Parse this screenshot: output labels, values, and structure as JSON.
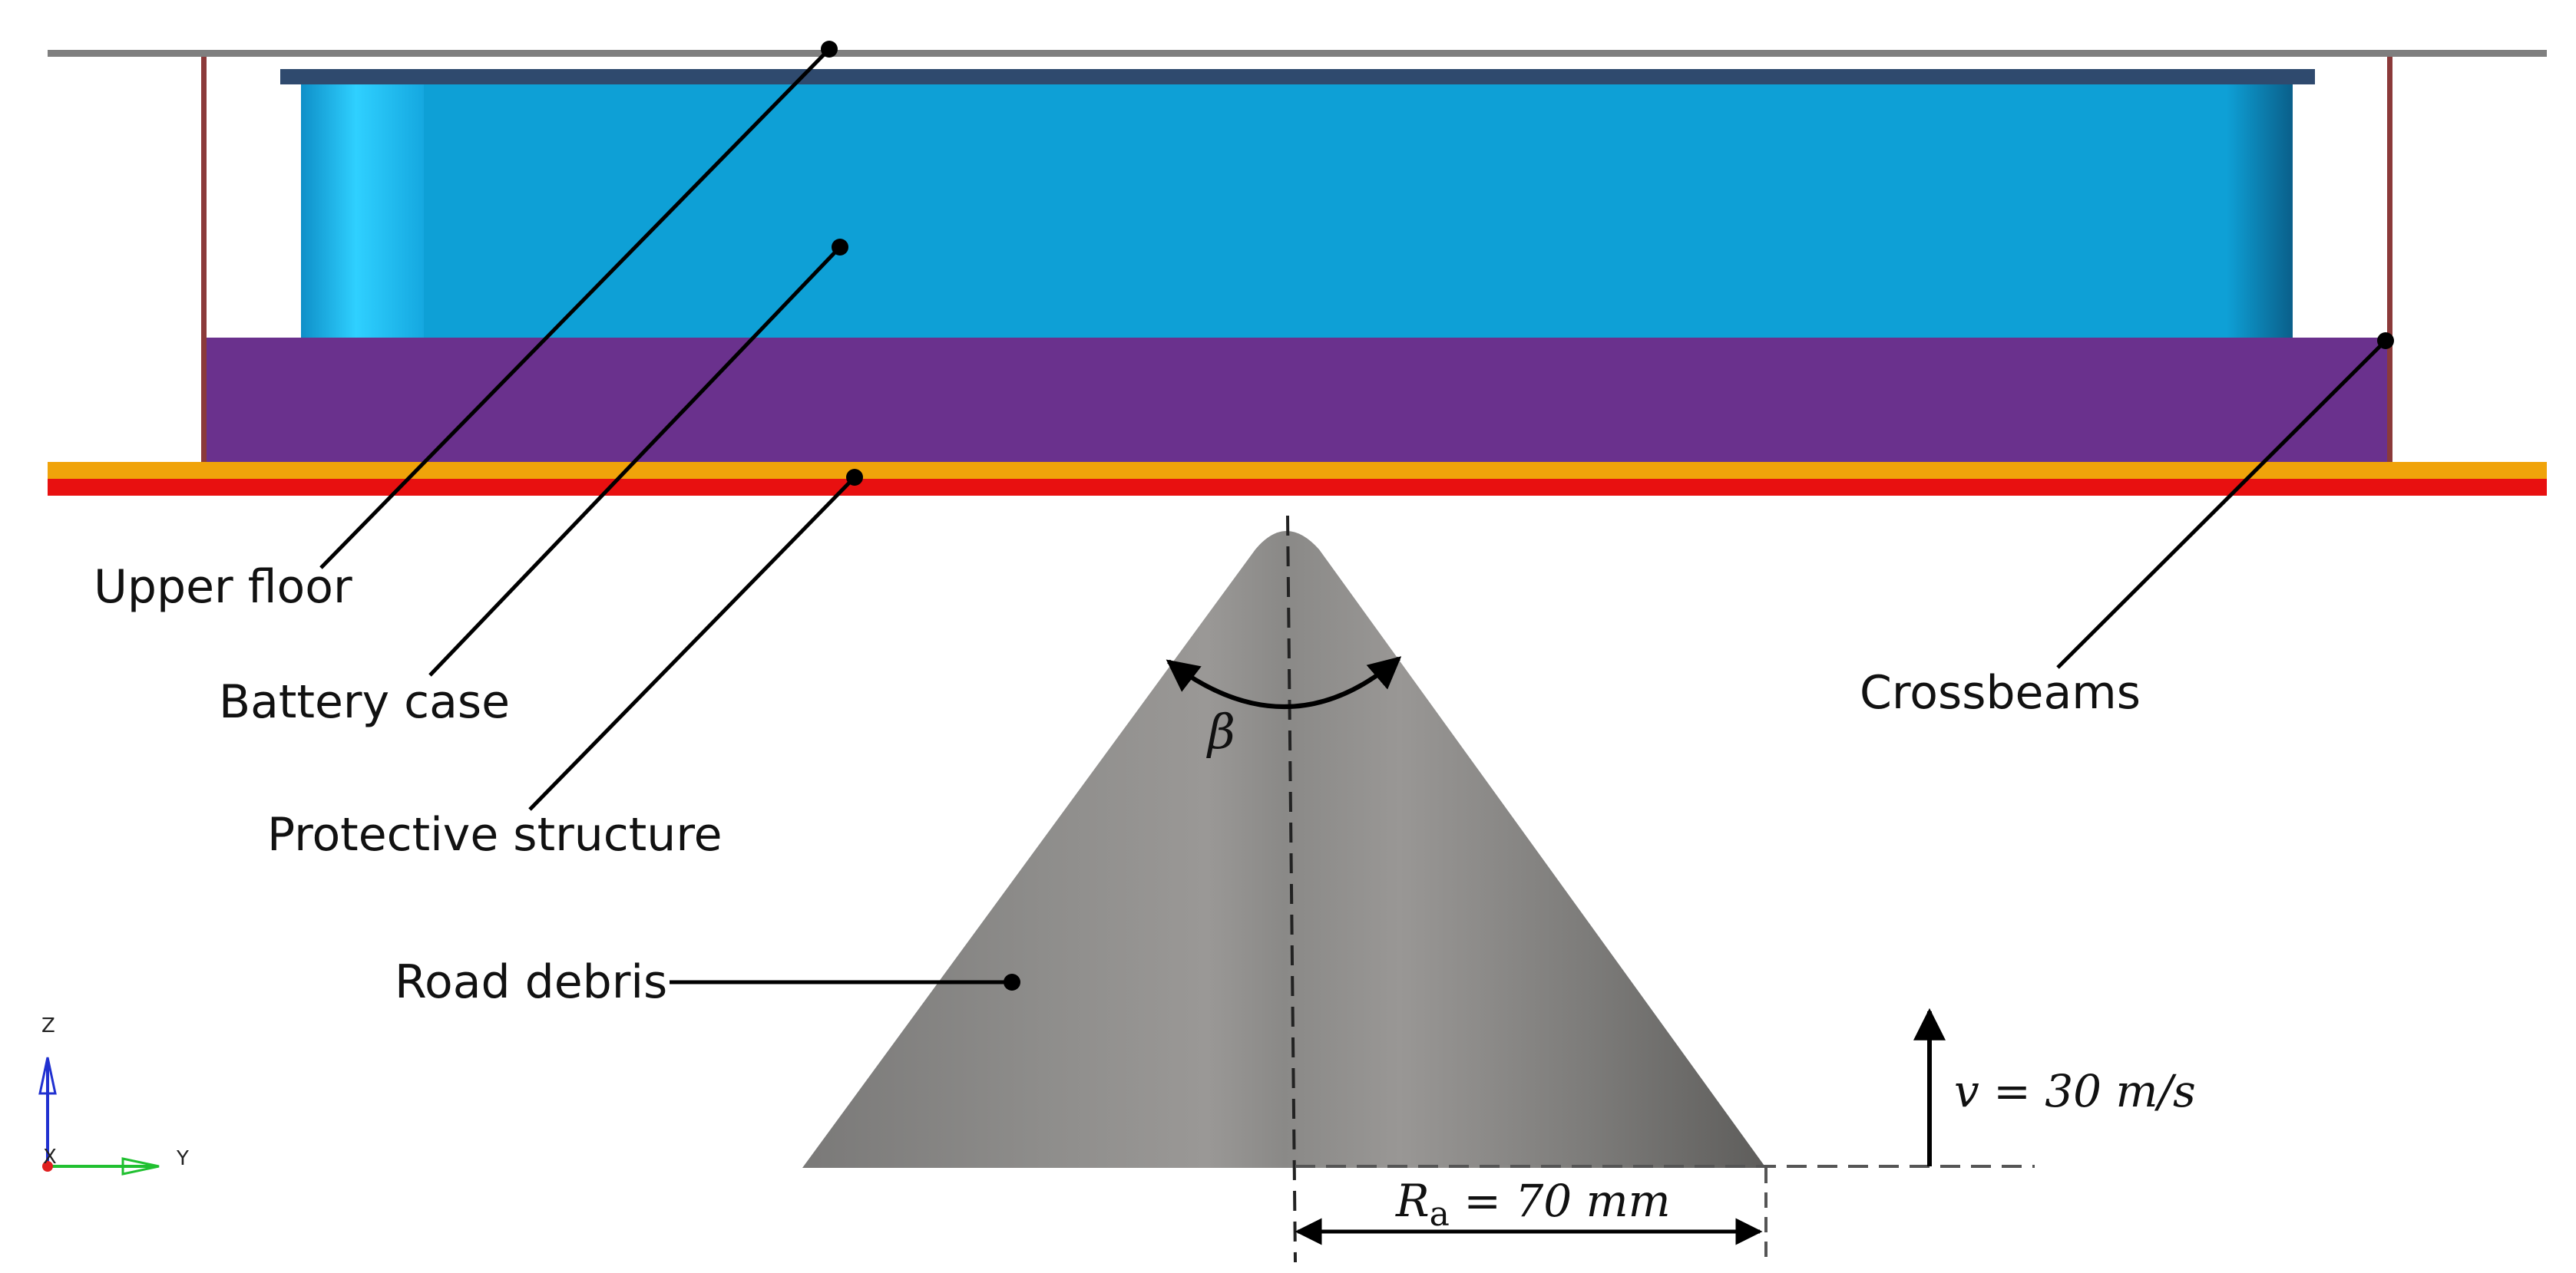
{
  "labels": {
    "upper_floor": "Upper floor",
    "battery_case": "Battery case",
    "protective_structure": "Protective structure",
    "road_debris": "Road debris",
    "crossbeams": "Crossbeams"
  },
  "annotations": {
    "angle_symbol": "β",
    "velocity_var": "v",
    "velocity_rest": " = 30 m/s",
    "radius_var": "R",
    "radius_sub": "a",
    "radius_rest": " = 70 mm"
  },
  "axis_triad": {
    "z": "Z",
    "x": "X",
    "y": "Y"
  },
  "colors": {
    "upper_floor": "#7f7f7f",
    "battery_lid": "#2f4a6e",
    "battery_case": "#0ea0d6",
    "protective_structure": "#6a318d",
    "crossbeams": "#8b3a3a",
    "floor_orange": "#f0a30a",
    "floor_red": "#e81010",
    "road_debris": "#8c8b89"
  }
}
